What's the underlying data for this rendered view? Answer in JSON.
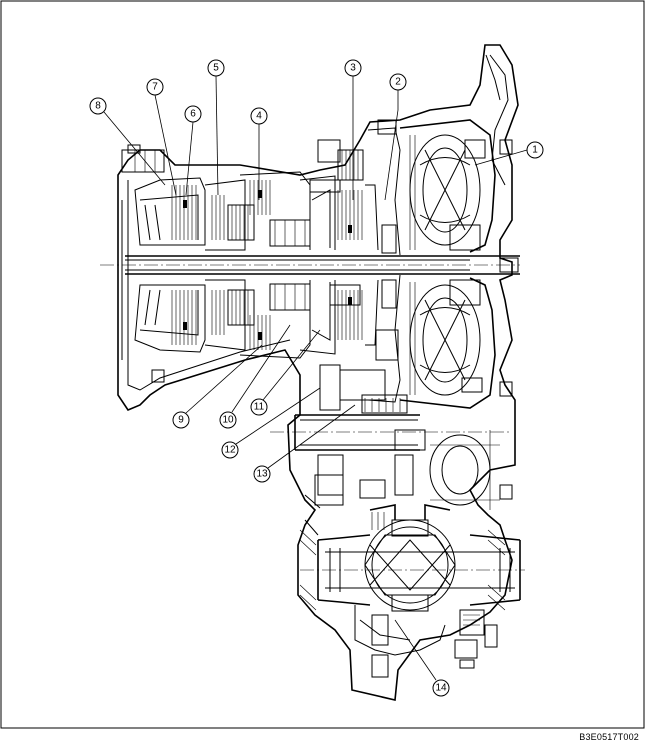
{
  "diagram": {
    "callouts": [
      "1",
      "2",
      "3",
      "4",
      "5",
      "6",
      "7",
      "8",
      "9",
      "10",
      "11",
      "12",
      "13",
      "14"
    ],
    "figure_code": "B3E0517T002"
  }
}
